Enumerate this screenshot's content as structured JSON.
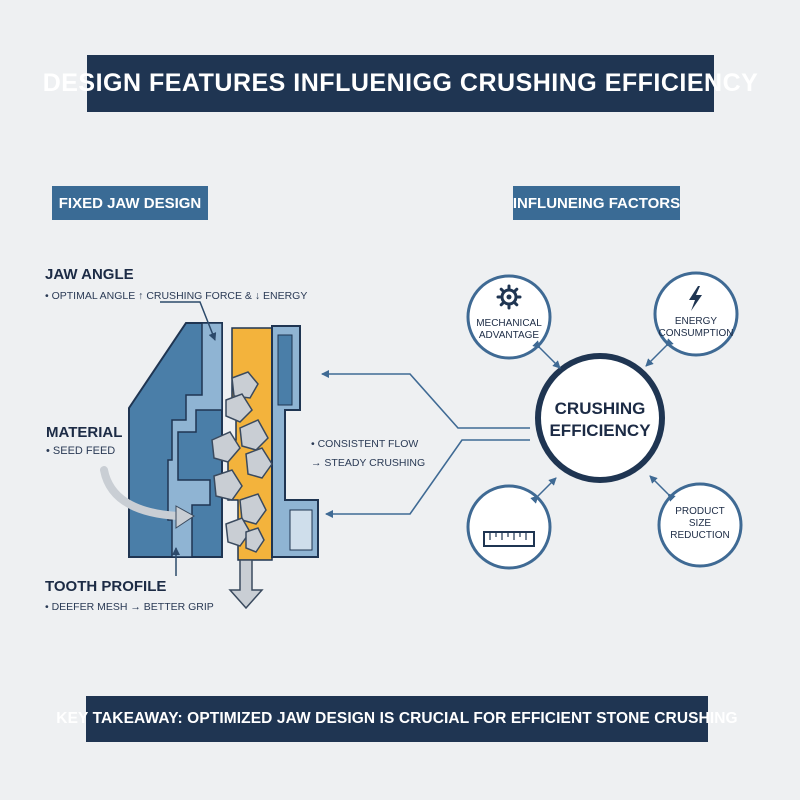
{
  "header": {
    "title": "Design Features Influenigg Crushing Efficiency"
  },
  "left_panel": {
    "label": "Fixed Jaw Design",
    "jaw_angle": {
      "title": "Jaw Angle",
      "note": "• Optimal angle ↑ crushing force & ↓ energy"
    },
    "material": {
      "title": "Material",
      "note": "• Seed feed"
    },
    "flow": {
      "line1": "• Consistent flow",
      "line2": "→ Steady crushing"
    },
    "tooth_profile": {
      "title": "Tooth Profile",
      "note": "• Deefer mesh → better grip"
    }
  },
  "right_panel": {
    "label": "Influneing Factors",
    "center": {
      "line1": "Crushing",
      "line2": "Efficiency"
    },
    "nodes": [
      {
        "line1": "Mechanical",
        "line2": "Advantage",
        "icon": "gear-icon"
      },
      {
        "line1": "Energy",
        "line2": "Consumption",
        "icon": "lightning-icon"
      },
      {
        "icon": "ruler-icon"
      },
      {
        "line1": "Product",
        "line2": "Size",
        "line3": "Reduction"
      }
    ]
  },
  "footer": {
    "takeaway": "Key Takeaway: Optimized jaw design is crucial for efficient stone crushing"
  },
  "colors": {
    "navy": "#1f3552",
    "steel_blue": "#3a6b95",
    "jaw_blue": "#4a7ea8",
    "light_blue": "#8fb4d3",
    "orange": "#f3b33c",
    "background": "#eef0f2"
  }
}
